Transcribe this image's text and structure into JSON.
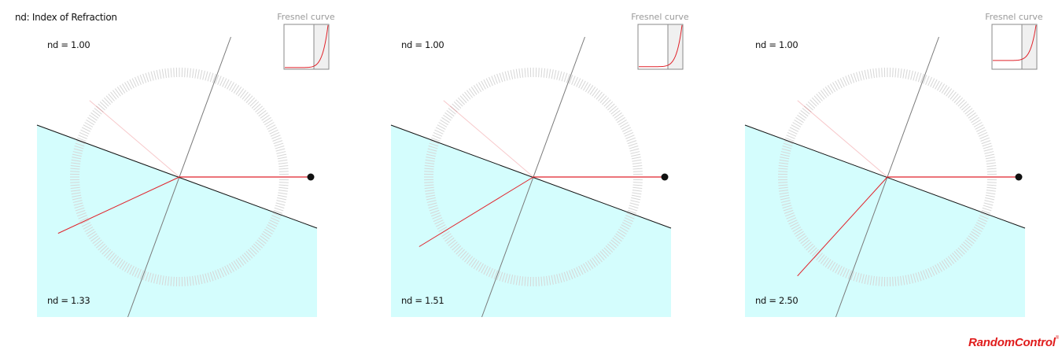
{
  "caption": "nd: Index of Refraction",
  "fresnel_title": "Fresnel curve",
  "brand": "RandomControl",
  "brand_mark": "®",
  "colors": {
    "medium_fill": "#d4fdfd",
    "ray": "#e0222a",
    "normal_line": "#7a7a7a",
    "interface_line": "#111111",
    "protractor": "#d6d6d6",
    "brand": "#e01c1c"
  },
  "panels": [
    {
      "top_medium_label": "nd = 1.00",
      "bottom_medium_label": "nd = 1.33",
      "nd": 1.33
    },
    {
      "top_medium_label": "nd = 1.00",
      "bottom_medium_label": "nd = 1.51",
      "nd": 1.51
    },
    {
      "top_medium_label": "nd = 1.00",
      "bottom_medium_label": "nd = 2.50",
      "nd": 2.5
    }
  ]
}
